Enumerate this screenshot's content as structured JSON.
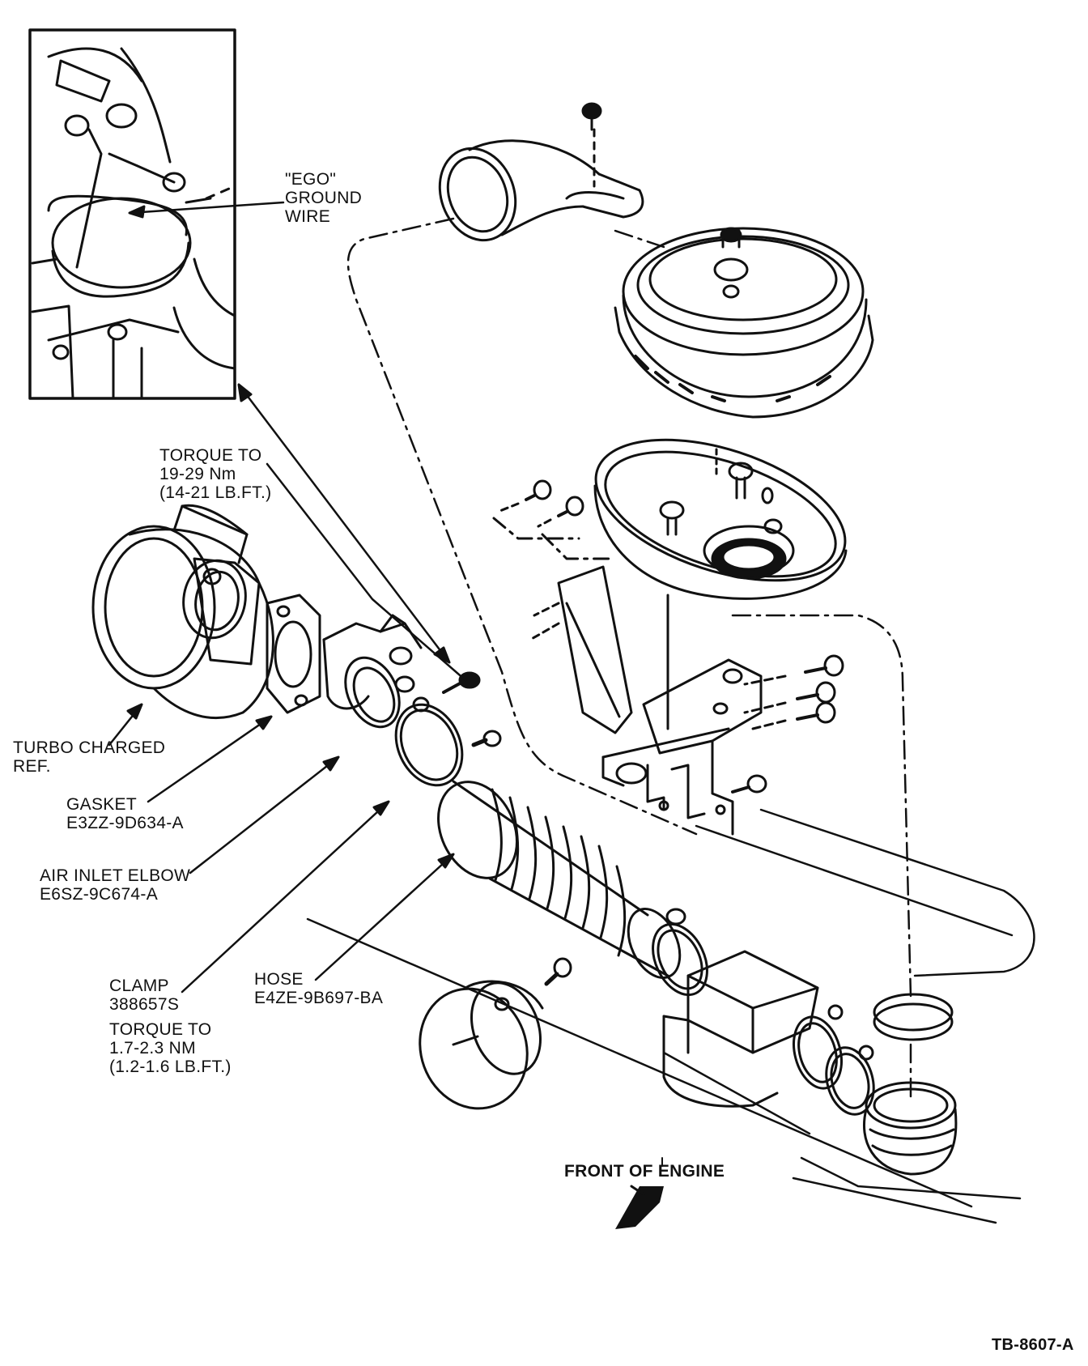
{
  "labels": {
    "ego": [
      "\"EGO\"",
      "GROUND",
      "WIRE"
    ],
    "torque_top": [
      "TORQUE TO",
      "19-29 Nm",
      "(14-21 LB.FT.)"
    ],
    "turbo": [
      "TURBO CHARGED",
      "REF."
    ],
    "gasket": [
      "GASKET",
      "E3ZZ-9D634-A"
    ],
    "elbow": [
      "AIR INLET ELBOW",
      "E6SZ-9C674-A"
    ],
    "clamp": [
      "CLAMP",
      "388657S"
    ],
    "torque_bottom": [
      "TORQUE TO",
      "1.7-2.3 NM",
      "(1.2-1.6 LB.FT.)"
    ],
    "hose": [
      "HOSE",
      "E4ZE-9B697-BA"
    ],
    "front": "FRONT OF ENGINE",
    "figure_id": "TB-8607-A"
  },
  "colors": {
    "ink": "#111111",
    "paper": "#ffffff"
  }
}
